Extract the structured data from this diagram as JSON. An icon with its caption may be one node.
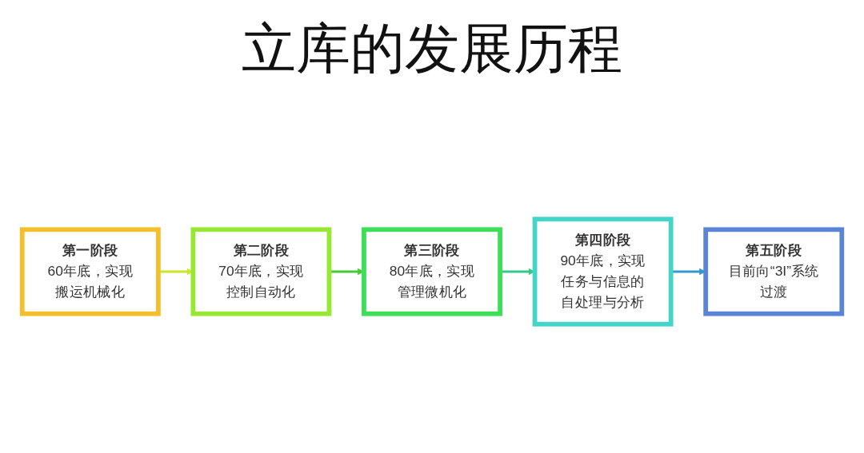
{
  "diagram": {
    "title": "立库的发展历程",
    "nodes": [
      {
        "text": [
          "第一阶段",
          "60年底，实现搬运机械化"
        ]
      },
      {
        "text": [
          "第二阶段",
          "70年底，实现控制自动化"
        ]
      },
      {
        "text": [
          "第三阶段",
          "80年底，实现管理微机化"
        ]
      },
      {
        "text": [
          "第四阶段",
          "90年底，实现任务与信息的自处理与分析"
        ]
      },
      {
        "text": [
          "第五阶段",
          "目前向“3I”系统过渡"
        ]
      }
    ],
    "edges": [
      {
        "from": 0,
        "to": 1,
        "arrow": "to",
        "color": "#c9e62b"
      },
      {
        "from": 1,
        "to": 2,
        "arrow": "to",
        "color": "#45cc34"
      },
      {
        "from": 2,
        "to": 3,
        "arrow": "to",
        "color": "#33c98c"
      },
      {
        "from": 3,
        "to": 4,
        "arrow": "to",
        "color": "#3399cc"
      }
    ]
  }
}
